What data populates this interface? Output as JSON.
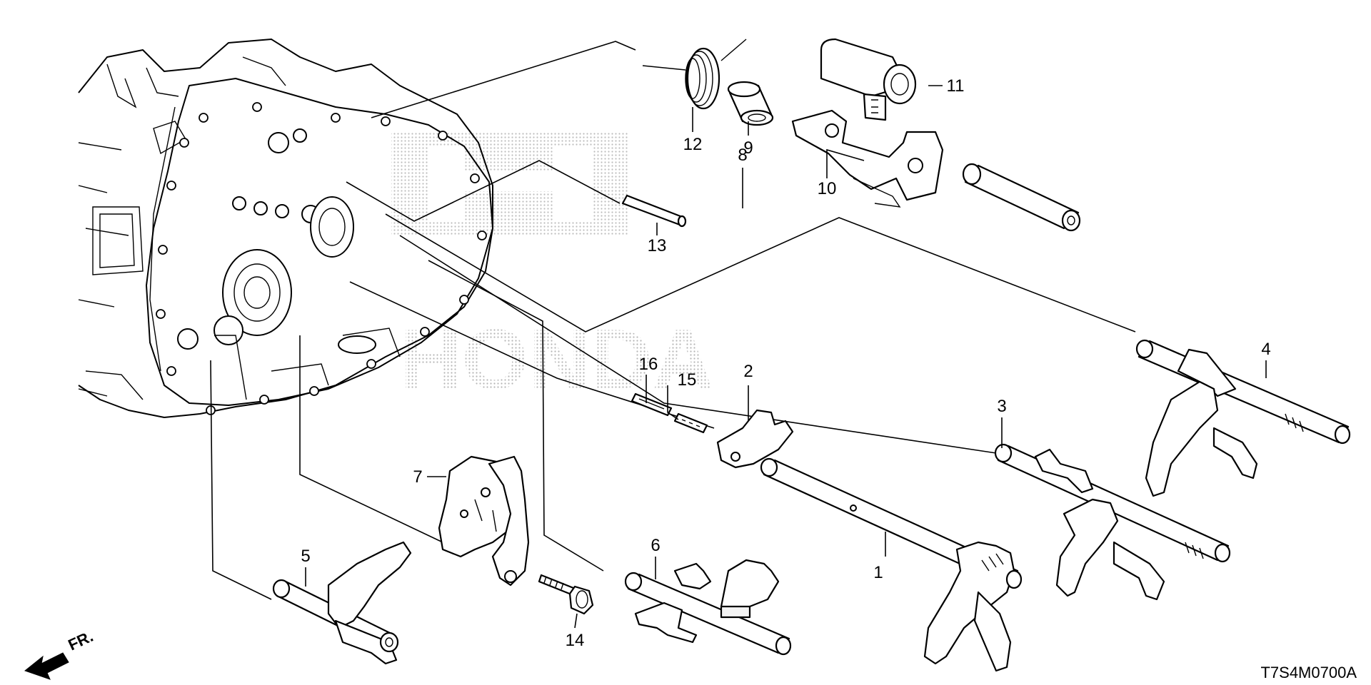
{
  "diagram": {
    "watermark_text": "HONDA",
    "drawing_code": "T7S4M0700A",
    "direction": {
      "label": "FR."
    },
    "callouts": [
      {
        "id": "1",
        "text": "1"
      },
      {
        "id": "2",
        "text": "2"
      },
      {
        "id": "3",
        "text": "3"
      },
      {
        "id": "4",
        "text": "4"
      },
      {
        "id": "5",
        "text": "5"
      },
      {
        "id": "6",
        "text": "6"
      },
      {
        "id": "7",
        "text": "7"
      },
      {
        "id": "8",
        "text": "8"
      },
      {
        "id": "9",
        "text": "9"
      },
      {
        "id": "10",
        "text": "10"
      },
      {
        "id": "11",
        "text": "11"
      },
      {
        "id": "12",
        "text": "12"
      },
      {
        "id": "13",
        "text": "13"
      },
      {
        "id": "14",
        "text": "14"
      },
      {
        "id": "15",
        "text": "15"
      },
      {
        "id": "16",
        "text": "16"
      }
    ]
  }
}
